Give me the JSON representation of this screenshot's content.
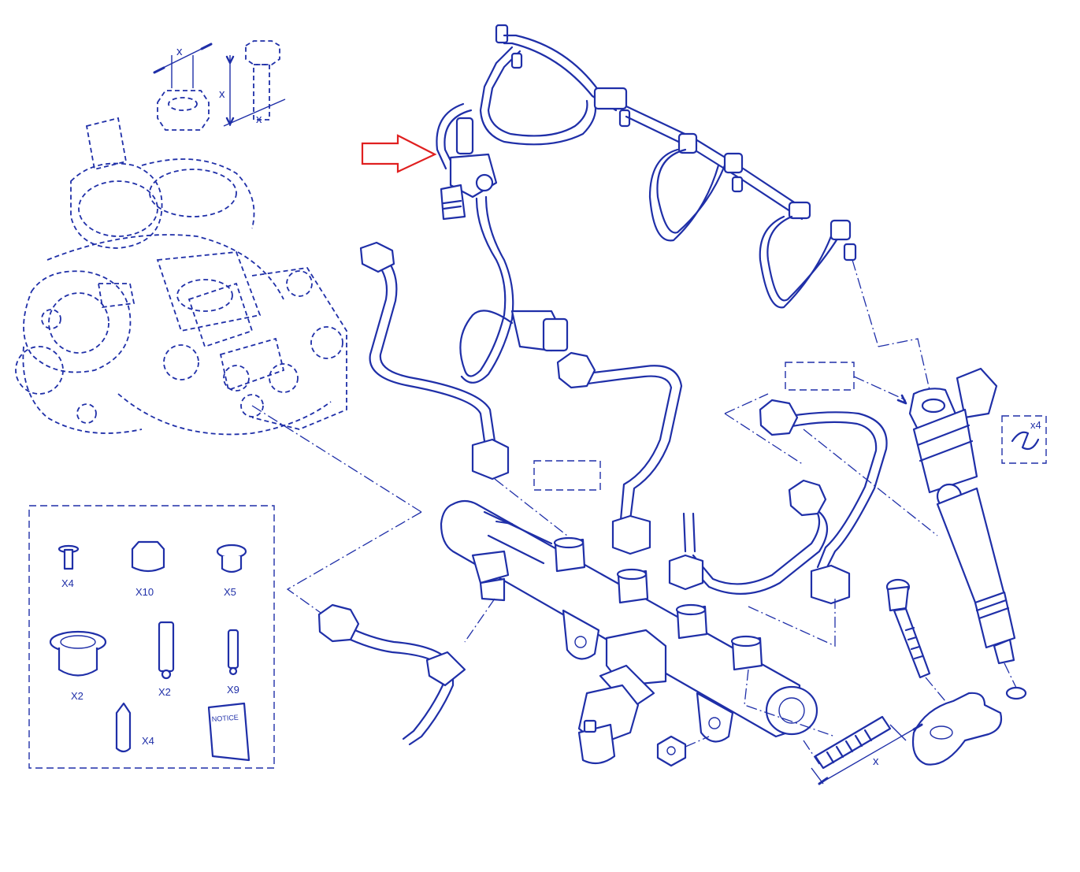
{
  "colors": {
    "ink": "#1f2fa8",
    "highlight_arrow": "#e02020",
    "background": "#ffffff"
  },
  "dimension_labels": {
    "nut_width": "x",
    "bolt_length": "x",
    "bolt_width": "x",
    "stud_length": "x"
  },
  "kit_contents": [
    {
      "qty": "X4"
    },
    {
      "qty": "X10"
    },
    {
      "qty": "X5"
    },
    {
      "qty": "X2"
    },
    {
      "qty": "X2"
    },
    {
      "qty": "X9"
    },
    {
      "qty": "X4"
    }
  ],
  "notice_booklet": "NOTICE",
  "clip_qty": "x4",
  "icons": [
    "highlight-arrow-icon",
    "high-pressure-pump",
    "fuel-rail",
    "injector",
    "return-line-harness",
    "pressure-sensor"
  ]
}
